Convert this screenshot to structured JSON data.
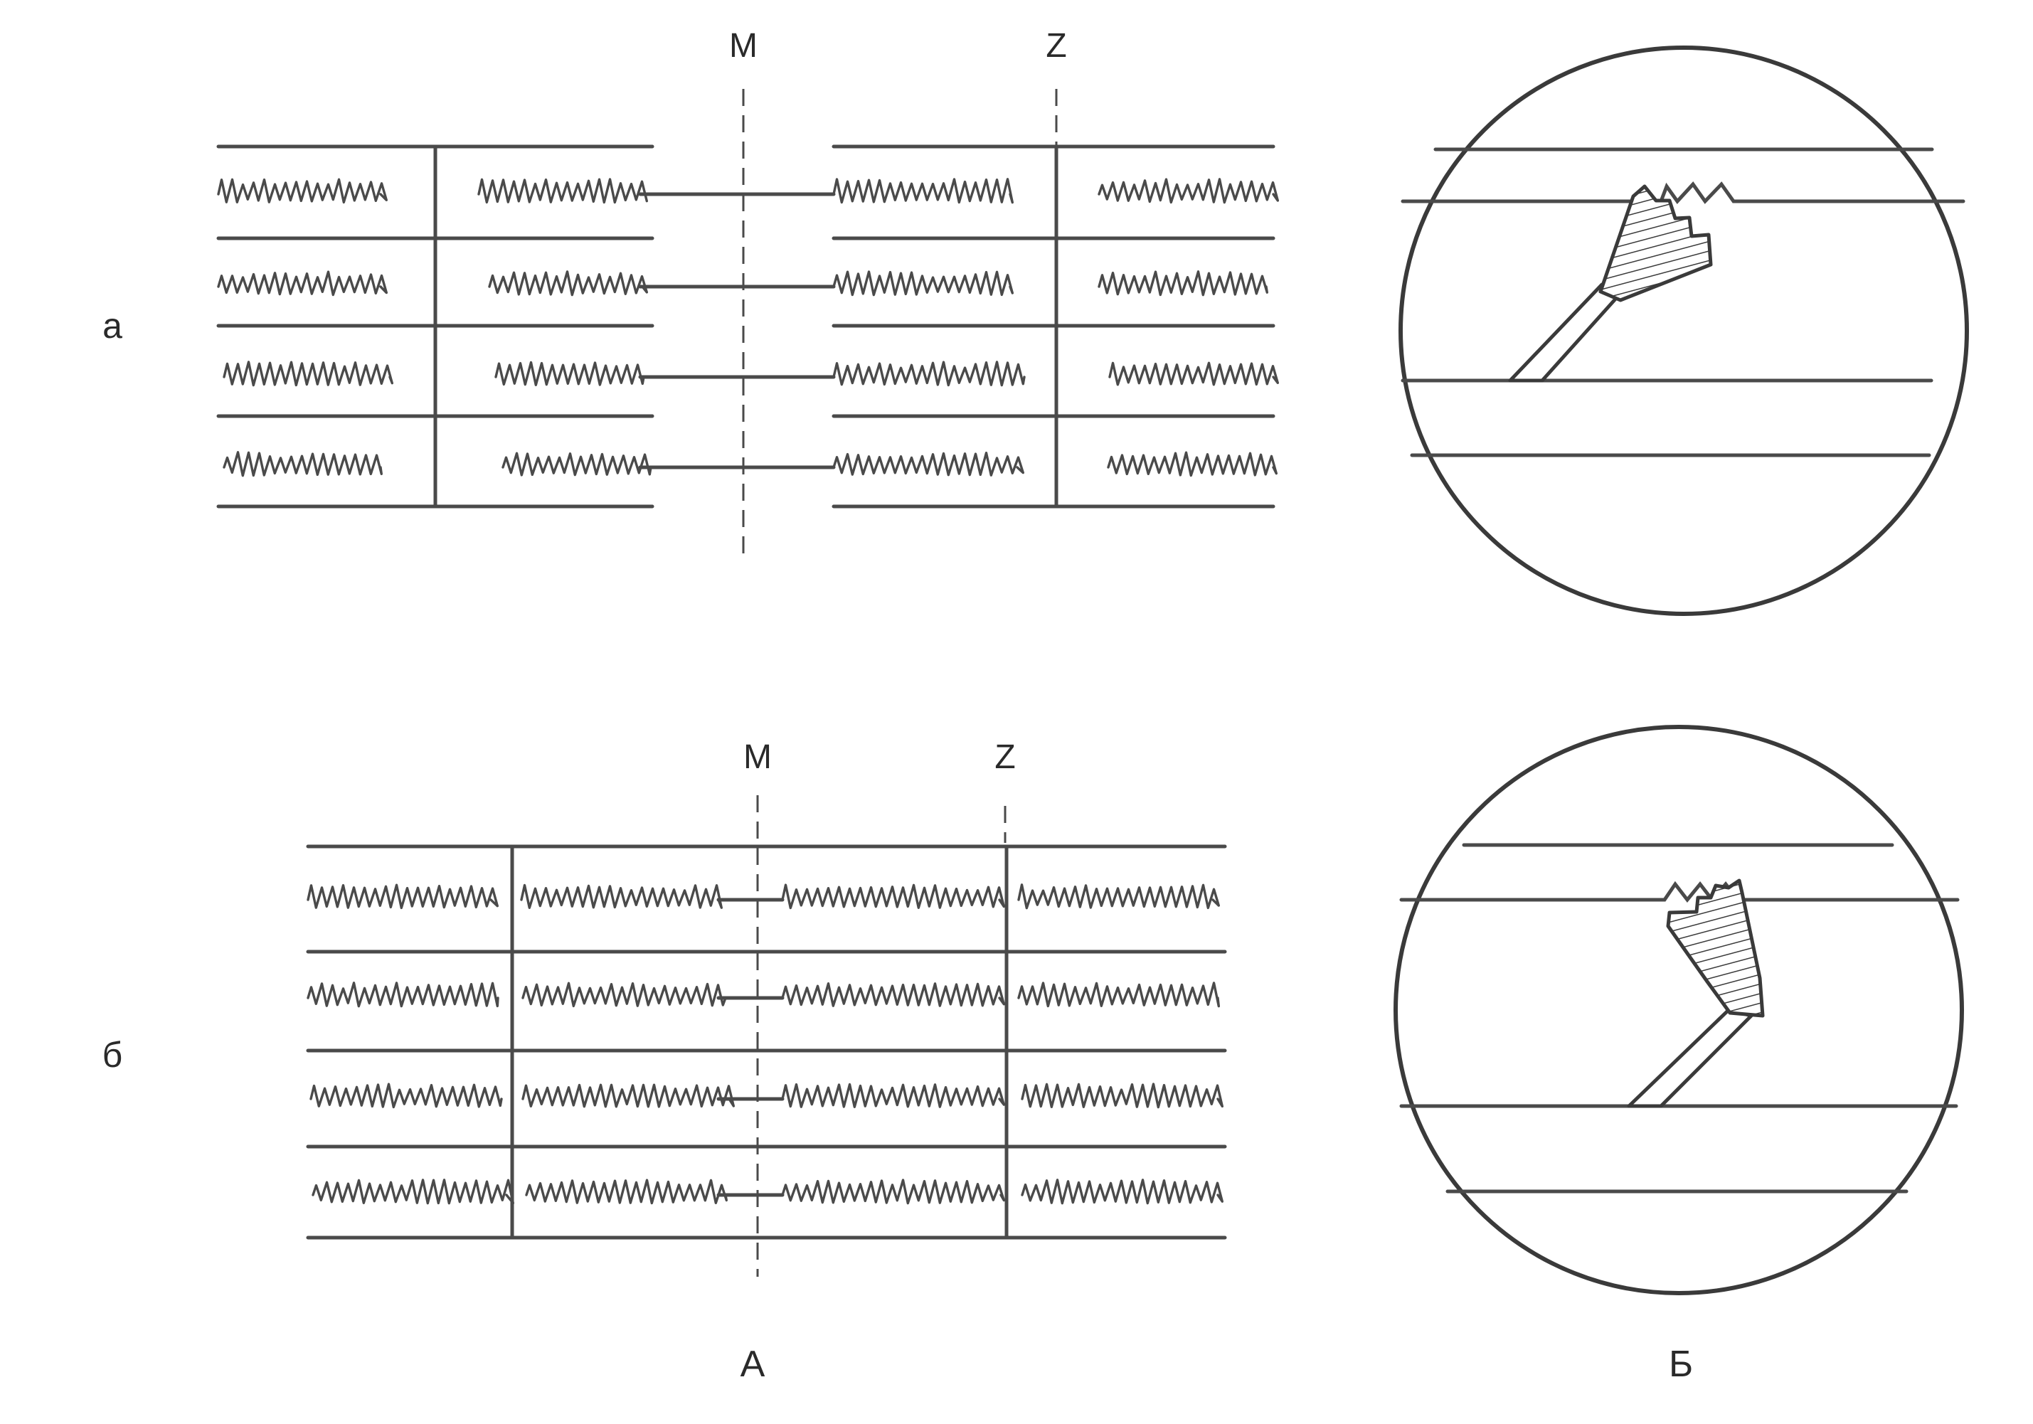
{
  "rows": [
    {
      "label": "а",
      "m": "M",
      "z": "Z"
    },
    {
      "label": "б",
      "m": "M",
      "z": "Z"
    }
  ],
  "panels": {
    "left": "A",
    "right": "Б"
  }
}
